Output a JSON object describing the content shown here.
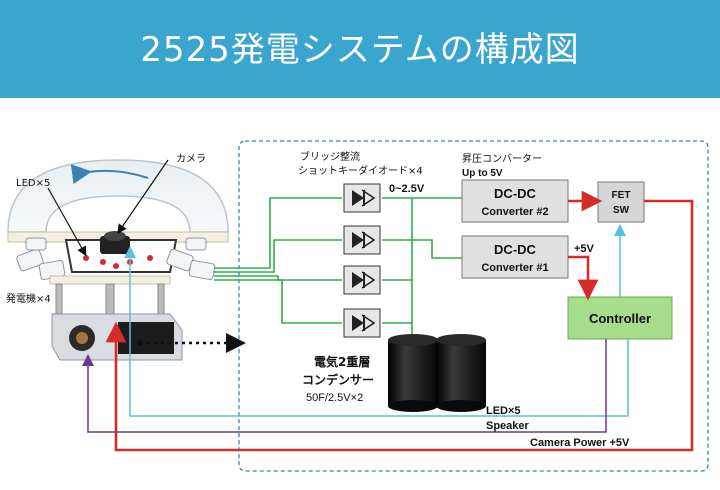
{
  "header": {
    "title": "2525発電システムの構成図"
  },
  "labels": {
    "camera": "カメラ",
    "led": "LED×5",
    "generator": "発電機×4",
    "bridge_line1": "ブリッジ整流",
    "bridge_line2": "ショットキーダイオード×4",
    "voltage_range": "0~2.5V",
    "booster_line1": "昇圧コンバーター",
    "booster_line2": "Up to 5V",
    "dcdc2_title": "DC-DC",
    "dcdc2_sub": "Converter #2",
    "dcdc1_title": "DC-DC",
    "dcdc1_sub": "Converter #1",
    "fet_line1": "FET",
    "fet_line2": "SW",
    "plus5v": "+5V",
    "controller": "Controller",
    "capacitor_line1": "電気2重層",
    "capacitor_line2": "コンデンサー",
    "capacitor_line3": "50F/2.5V×2",
    "led_out": "LED×5",
    "speaker": "Speaker",
    "camera_power": "Camera Power +5V"
  },
  "colors": {
    "banner": "#3aa6cf",
    "green_wire": "#2fae4a",
    "red_wire": "#d42b2b",
    "cyan_wire": "#55c3dc",
    "purple_wire": "#6a3b8c",
    "controller_fill": "#a6dd8a",
    "converter_fill": "#e0e0e0",
    "dashed_frame": "#3a83b6"
  }
}
